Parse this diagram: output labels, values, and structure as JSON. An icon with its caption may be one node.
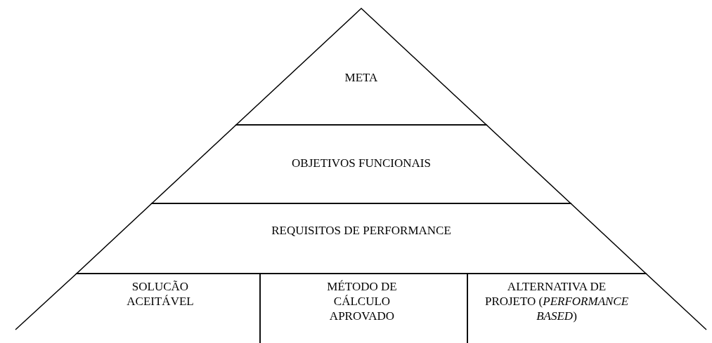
{
  "diagram": {
    "nodes": [
      {
        "text": [
          "META"
        ]
      },
      {
        "text": [
          "OBJETIVOS FUNCIONAIS"
        ]
      },
      {
        "text": [
          "REQUISITOS DE PERFORMANCE"
        ]
      },
      {
        "text": [
          "SOLUCÃO ACEITÁVEL"
        ]
      },
      {
        "text": [
          "MÉTODO DE CÁLCULO APROVADO"
        ]
      },
      {
        "text": [
          "ALTERNATIVA DE PROJETO (*PERFORMANCE BASED*)"
        ]
      }
    ]
  }
}
